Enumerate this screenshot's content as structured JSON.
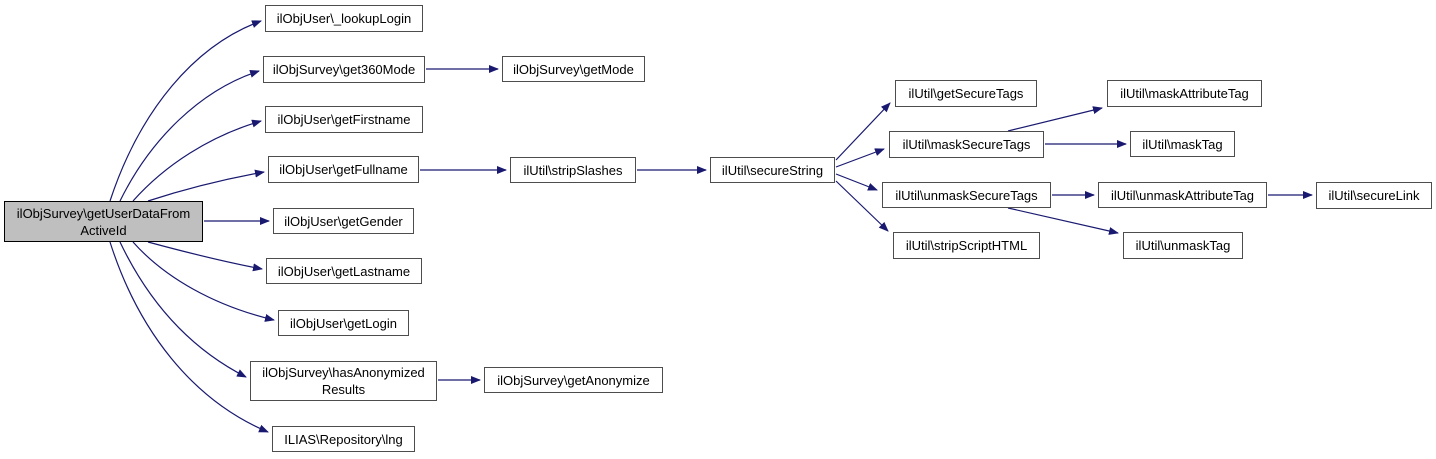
{
  "diagram": {
    "type": "call-graph",
    "colors": {
      "edge_color": "#191970",
      "node_fill": "#ffffff",
      "node_border": "#4d4d4d",
      "highlight_fill": "#bfbfbf",
      "highlight_border": "#000000",
      "text_color": "#000000",
      "background": "#ffffff"
    },
    "nodes": [
      {
        "id": "ilObjSurvey-getUserDataFromActiveId",
        "lines": [
          "ilObjSurvey\\getUserDataFrom",
          "ActiveId"
        ],
        "highlighted": true
      },
      {
        "id": "ilObjUser-lookupLogin",
        "lines": [
          "ilObjUser\\_lookupLogin"
        ]
      },
      {
        "id": "ilObjSurvey-get360Mode",
        "lines": [
          "ilObjSurvey\\get360Mode"
        ]
      },
      {
        "id": "ilObjUser-getFirstname",
        "lines": [
          "ilObjUser\\getFirstname"
        ]
      },
      {
        "id": "ilObjUser-getFullname",
        "lines": [
          "ilObjUser\\getFullname"
        ]
      },
      {
        "id": "ilObjUser-getGender",
        "lines": [
          "ilObjUser\\getGender"
        ]
      },
      {
        "id": "ilObjUser-getLastname",
        "lines": [
          "ilObjUser\\getLastname"
        ]
      },
      {
        "id": "ilObjUser-getLogin",
        "lines": [
          "ilObjUser\\getLogin"
        ]
      },
      {
        "id": "ilObjSurvey-hasAnonymizedResults",
        "lines": [
          "ilObjSurvey\\hasAnonymized",
          "Results"
        ]
      },
      {
        "id": "ILIAS-Repository-lng",
        "lines": [
          "ILIAS\\Repository\\lng"
        ]
      },
      {
        "id": "ilObjSurvey-getMode",
        "lines": [
          "ilObjSurvey\\getMode"
        ]
      },
      {
        "id": "ilUtil-stripSlashes",
        "lines": [
          "ilUtil\\stripSlashes"
        ]
      },
      {
        "id": "ilObjSurvey-getAnonymize",
        "lines": [
          "ilObjSurvey\\getAnonymize"
        ]
      },
      {
        "id": "ilUtil-secureString",
        "lines": [
          "ilUtil\\secureString"
        ]
      },
      {
        "id": "ilUtil-getSecureTags",
        "lines": [
          "ilUtil\\getSecureTags"
        ]
      },
      {
        "id": "ilUtil-maskSecureTags",
        "lines": [
          "ilUtil\\maskSecureTags"
        ]
      },
      {
        "id": "ilUtil-unmaskSecureTags",
        "lines": [
          "ilUtil\\unmaskSecureTags"
        ]
      },
      {
        "id": "ilUtil-stripScriptHTML",
        "lines": [
          "ilUtil\\stripScriptHTML"
        ]
      },
      {
        "id": "ilUtil-maskAttributeTag",
        "lines": [
          "ilUtil\\maskAttributeTag"
        ]
      },
      {
        "id": "ilUtil-maskTag",
        "lines": [
          "ilUtil\\maskTag"
        ]
      },
      {
        "id": "ilUtil-unmaskAttributeTag",
        "lines": [
          "ilUtil\\unmaskAttributeTag"
        ]
      },
      {
        "id": "ilUtil-unmaskTag",
        "lines": [
          "ilUtil\\unmaskTag"
        ]
      },
      {
        "id": "ilUtil-secureLink",
        "lines": [
          "ilUtil\\secureLink"
        ]
      }
    ],
    "edges": [
      {
        "from": "ilObjSurvey-getUserDataFromActiveId",
        "to": "ilObjUser-lookupLogin"
      },
      {
        "from": "ilObjSurvey-getUserDataFromActiveId",
        "to": "ilObjSurvey-get360Mode"
      },
      {
        "from": "ilObjSurvey-getUserDataFromActiveId",
        "to": "ilObjUser-getFirstname"
      },
      {
        "from": "ilObjSurvey-getUserDataFromActiveId",
        "to": "ilObjUser-getFullname"
      },
      {
        "from": "ilObjSurvey-getUserDataFromActiveId",
        "to": "ilObjUser-getGender"
      },
      {
        "from": "ilObjSurvey-getUserDataFromActiveId",
        "to": "ilObjUser-getLastname"
      },
      {
        "from": "ilObjSurvey-getUserDataFromActiveId",
        "to": "ilObjUser-getLogin"
      },
      {
        "from": "ilObjSurvey-getUserDataFromActiveId",
        "to": "ilObjSurvey-hasAnonymizedResults"
      },
      {
        "from": "ilObjSurvey-getUserDataFromActiveId",
        "to": "ILIAS-Repository-lng"
      },
      {
        "from": "ilObjSurvey-get360Mode",
        "to": "ilObjSurvey-getMode"
      },
      {
        "from": "ilObjUser-getFullname",
        "to": "ilUtil-stripSlashes"
      },
      {
        "from": "ilUtil-stripSlashes",
        "to": "ilUtil-secureString"
      },
      {
        "from": "ilObjSurvey-hasAnonymizedResults",
        "to": "ilObjSurvey-getAnonymize"
      },
      {
        "from": "ilUtil-secureString",
        "to": "ilUtil-getSecureTags"
      },
      {
        "from": "ilUtil-secureString",
        "to": "ilUtil-maskSecureTags"
      },
      {
        "from": "ilUtil-secureString",
        "to": "ilUtil-unmaskSecureTags"
      },
      {
        "from": "ilUtil-secureString",
        "to": "ilUtil-stripScriptHTML"
      },
      {
        "from": "ilUtil-maskSecureTags",
        "to": "ilUtil-maskAttributeTag"
      },
      {
        "from": "ilUtil-maskSecureTags",
        "to": "ilUtil-maskTag"
      },
      {
        "from": "ilUtil-unmaskSecureTags",
        "to": "ilUtil-unmaskAttributeTag"
      },
      {
        "from": "ilUtil-unmaskSecureTags",
        "to": "ilUtil-unmaskTag"
      },
      {
        "from": "ilUtil-unmaskAttributeTag",
        "to": "ilUtil-secureLink"
      }
    ]
  }
}
